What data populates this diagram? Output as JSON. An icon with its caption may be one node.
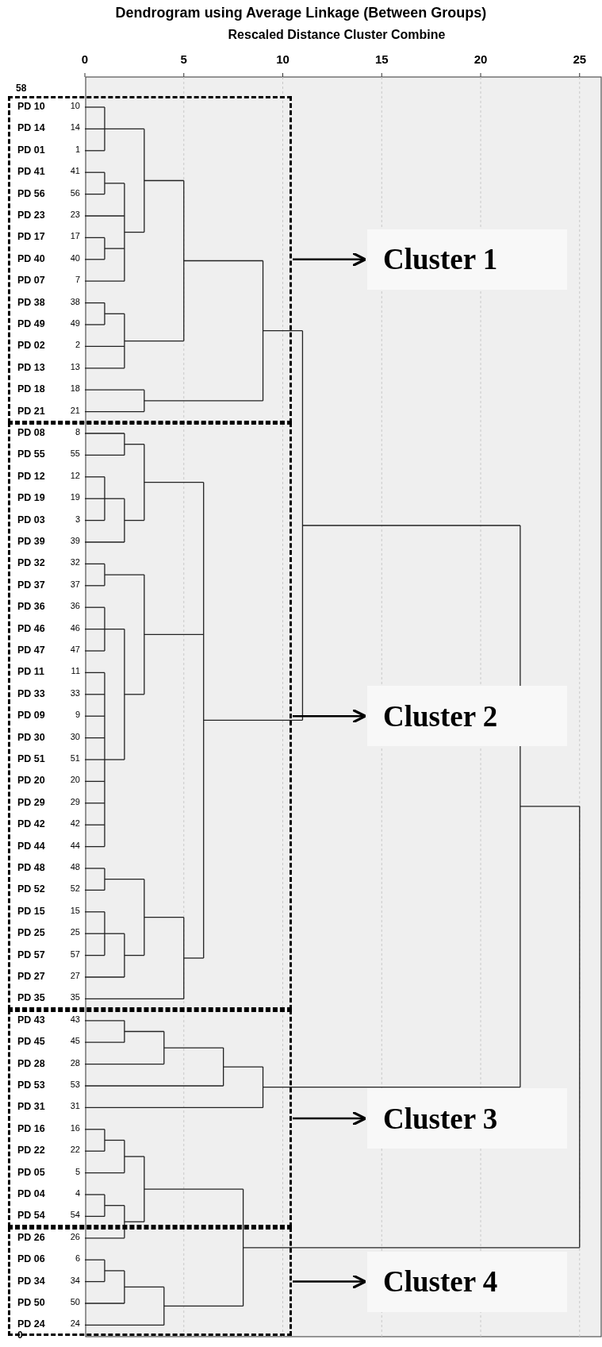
{
  "diagram": {
    "title": "Dendrogram using Average Linkage (Between Groups)",
    "nodes": [
      {
        "text": [],
        "shape": "box"
      },
      {
        "text": [
          "Cluster 1"
        ]
      },
      {
        "text": [],
        "shape": "box"
      },
      {
        "text": [
          "Cluster 2"
        ]
      },
      {
        "text": [],
        "shape": "box"
      },
      {
        "text": [
          "Cluster 3"
        ]
      },
      {
        "text": [],
        "shape": "box"
      },
      {
        "text": [
          "Cluster 4"
        ]
      }
    ],
    "edges": [
      {
        "from": 0,
        "to": 1,
        "arrow": "to"
      },
      {
        "from": 2,
        "to": 3,
        "arrow": "to"
      },
      {
        "from": 4,
        "to": 5,
        "arrow": "to"
      },
      {
        "from": 6,
        "to": 7,
        "arrow": "to"
      }
    ],
    "labels": [
      "Rescaled Distance Cluster Combine",
      "0",
      "5",
      "10",
      "15",
      "20",
      "25",
      "58",
      "PD 10",
      "10",
      "PD 14",
      "14",
      "PD 01",
      "1",
      "PD 41",
      "41",
      "PD 56",
      "56",
      "PD 23",
      "23",
      "PD 17",
      "17",
      "PD 40",
      "40",
      "PD 07",
      "7",
      "PD 38",
      "38",
      "PD 49",
      "49",
      "PD 02",
      "2",
      "PD 13",
      "13",
      "PD 18",
      "18",
      "PD 21",
      "21",
      "PD 08",
      "8",
      "PD 55",
      "55",
      "PD 12",
      "12",
      "PD 19",
      "19",
      "PD 03",
      "3",
      "PD 39",
      "39",
      "PD 32",
      "32",
      "PD 37",
      "37",
      "PD 36",
      "36",
      "PD 46",
      "46",
      "PD 47",
      "47",
      "PD 11",
      "11",
      "PD 33",
      "33",
      "PD 09",
      "9",
      "PD 30",
      "30",
      "PD 51",
      "51",
      "PD 20",
      "20",
      "PD 29",
      "29",
      "PD 42",
      "42",
      "PD 44",
      "44",
      "PD 48",
      "48",
      "PD 52",
      "52",
      "PD 15",
      "15",
      "PD 25",
      "25",
      "PD 57",
      "57",
      "PD 27",
      "27",
      "PD 35",
      "35",
      "PD 43",
      "43",
      "PD 45",
      "45",
      "PD 28",
      "28",
      "PD 53",
      "53",
      "PD 31",
      "31",
      "PD 16",
      "16",
      "PD 22",
      "22",
      "PD 05",
      "5",
      "PD 04",
      "4",
      "PD 54",
      "54",
      "PD 26",
      "26",
      "PD 06",
      "6",
      "PD 34",
      "34",
      "PD 50",
      "50",
      "PD 24",
      "24",
      "0"
    ]
  }
}
